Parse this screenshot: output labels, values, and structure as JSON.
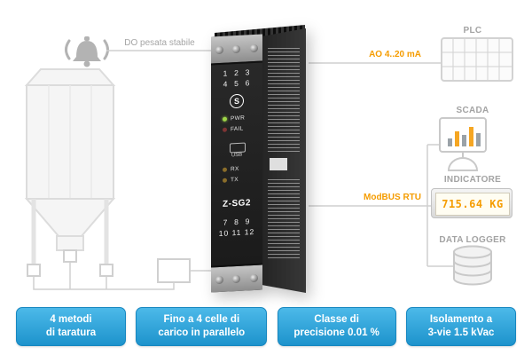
{
  "labels": {
    "alarm_line": "DO pesata stabile",
    "ao_line": "AO 4..20 mA",
    "modbus_line": "ModBUS RTU"
  },
  "device": {
    "terminal_row_1": "1  2  3",
    "terminal_row_2": "4  5  6",
    "logo": "S",
    "led_pwr": "PWR",
    "led_fail": "FAIL",
    "usb": "USB",
    "led_rx": "RX",
    "led_tx": "TX",
    "model": "Z-SG2",
    "terminal_row_3": "7  8  9",
    "terminal_row_4": "10 11 12"
  },
  "right_panel": {
    "plc": "PLC",
    "scada": "SCADA",
    "indicator": "INDICATORE",
    "indicator_value": "715.64 KG",
    "datalogger": "DATA LOGGER"
  },
  "features": [
    "4 metodi\ndi taratura",
    "Fino a 4 celle di\ncarico in parallelo",
    "Classe di\nprecisione 0.01 %",
    "Isolamento a\n3-vie 1.5 kVac"
  ],
  "colors": {
    "accent_blue": "#1d93cc",
    "accent_orange": "#f59c00",
    "line_gray": "#cfcfcf",
    "text_gray": "#a5a5a5"
  }
}
